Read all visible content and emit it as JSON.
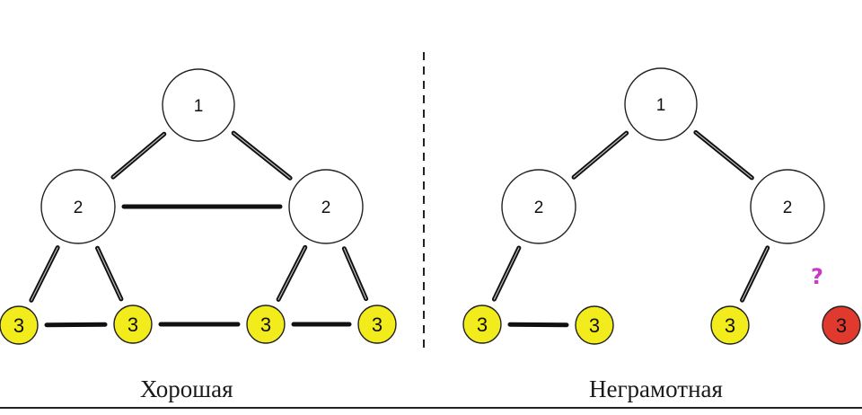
{
  "captions": {
    "good": "Хорошая",
    "bad": "Неграмотная"
  },
  "question_mark": "?",
  "colors": {
    "empty": "#ffffff",
    "leaf": "#f3ec1c",
    "orphan": "#e03a2e",
    "edge": "#111111",
    "question": "#c83cc4"
  },
  "good_tree": {
    "nodes": [
      {
        "id": "g1",
        "label": "1",
        "kind": "empty"
      },
      {
        "id": "g2a",
        "label": "2",
        "kind": "empty"
      },
      {
        "id": "g2b",
        "label": "2",
        "kind": "empty"
      },
      {
        "id": "g3a",
        "label": "3",
        "kind": "leaf"
      },
      {
        "id": "g3b",
        "label": "3",
        "kind": "leaf"
      },
      {
        "id": "g3c",
        "label": "3",
        "kind": "leaf"
      },
      {
        "id": "g3d",
        "label": "3",
        "kind": "leaf"
      }
    ],
    "edges": [
      [
        "g1",
        "g2a"
      ],
      [
        "g1",
        "g2b"
      ],
      [
        "g2a",
        "g2b"
      ],
      [
        "g2a",
        "g3a"
      ],
      [
        "g2a",
        "g3b"
      ],
      [
        "g2b",
        "g3c"
      ],
      [
        "g2b",
        "g3d"
      ],
      [
        "g3a",
        "g3b"
      ],
      [
        "g3b",
        "g3c"
      ],
      [
        "g3c",
        "g3d"
      ]
    ]
  },
  "bad_tree": {
    "nodes": [
      {
        "id": "b1",
        "label": "1",
        "kind": "empty"
      },
      {
        "id": "b2a",
        "label": "2",
        "kind": "empty"
      },
      {
        "id": "b2b",
        "label": "2",
        "kind": "empty"
      },
      {
        "id": "b3a",
        "label": "3",
        "kind": "leaf"
      },
      {
        "id": "b3b",
        "label": "3",
        "kind": "leaf"
      },
      {
        "id": "b3c",
        "label": "3",
        "kind": "leaf"
      },
      {
        "id": "b3d",
        "label": "3",
        "kind": "orphan"
      }
    ],
    "edges": [
      [
        "b1",
        "b2a"
      ],
      [
        "b1",
        "b2b"
      ],
      [
        "b2a",
        "b3a"
      ],
      [
        "b2b",
        "b3c"
      ],
      [
        "b3a",
        "b3b"
      ]
    ]
  }
}
